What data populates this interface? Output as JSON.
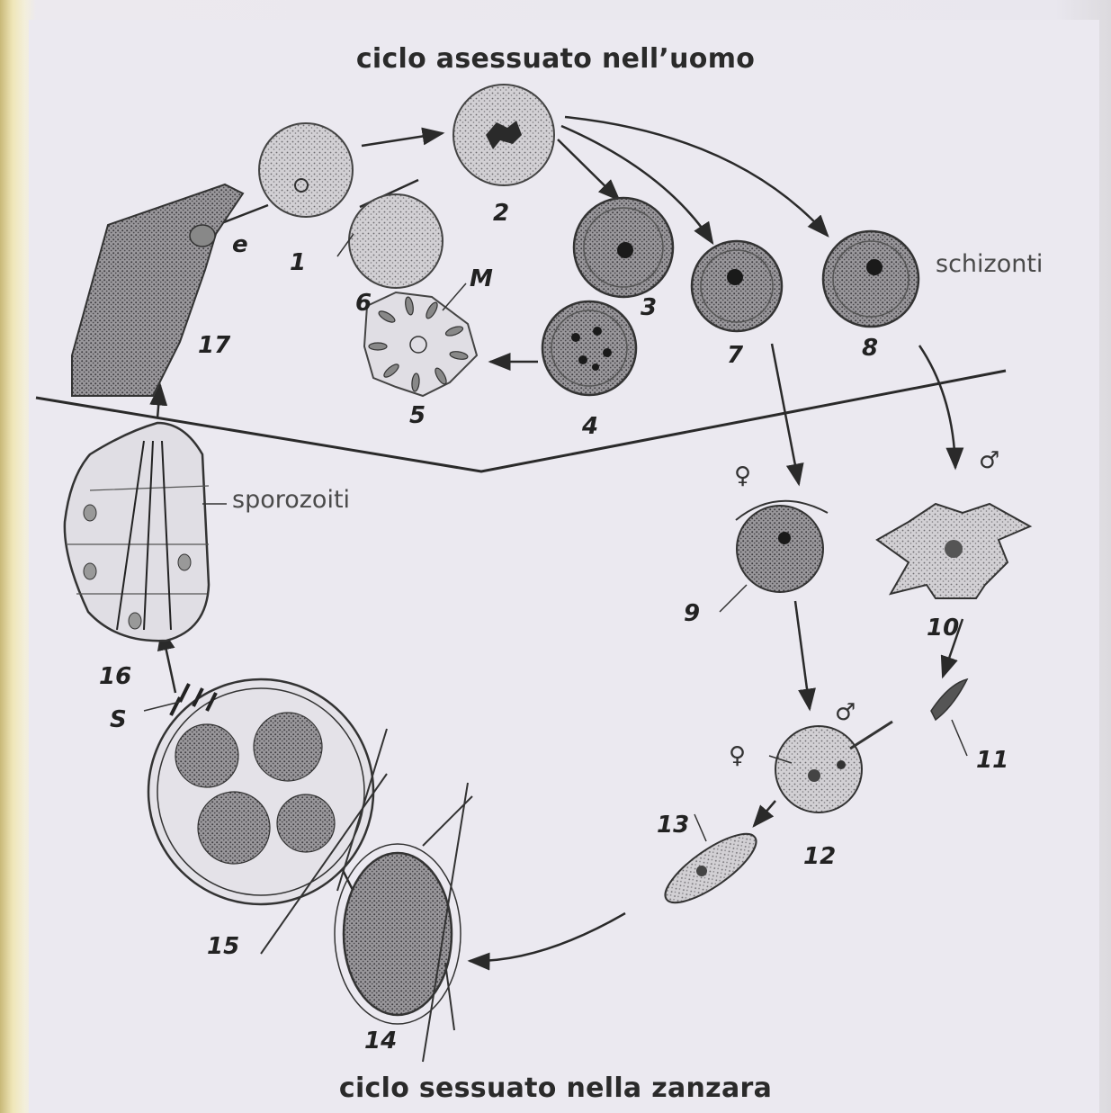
{
  "title_top": "ciclo asessuato nell’uomo",
  "title_bottom": "ciclo sessuato nella zanzara",
  "label_schizonti": "schizonti",
  "label_sporozoiti": "sporozoiti",
  "stage_numbers": [
    "1",
    "2",
    "3",
    "4",
    "5",
    "6",
    "7",
    "8",
    "9",
    "10",
    "11",
    "12",
    "13",
    "14",
    "15",
    "16",
    "17"
  ],
  "markers": {
    "M": "M",
    "S": "S",
    "e": "e"
  },
  "sex_symbols": {
    "female": "♀",
    "male": "♂"
  }
}
